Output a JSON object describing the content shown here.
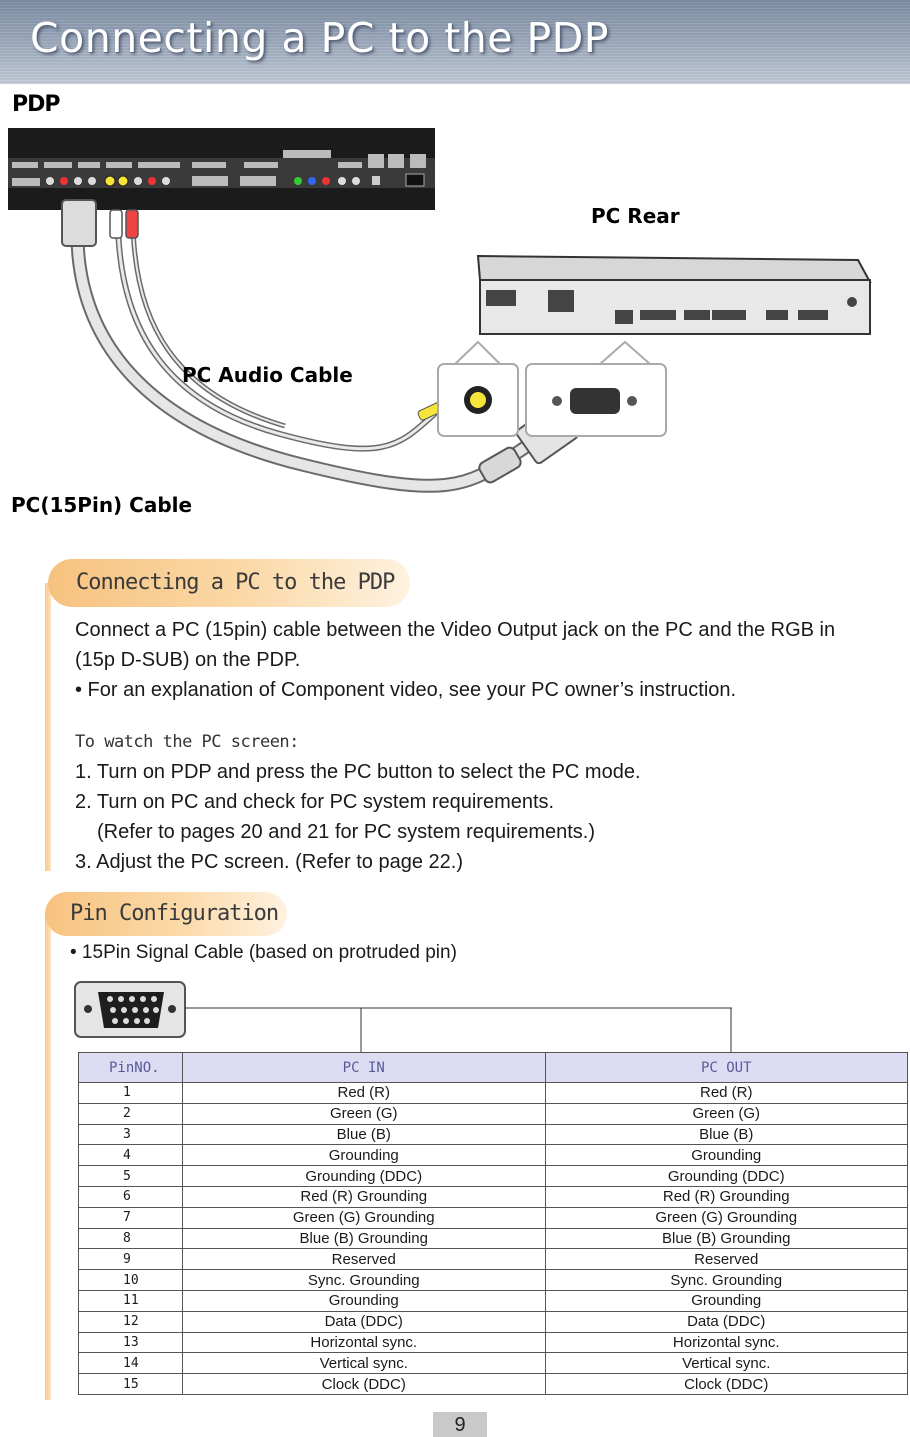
{
  "header": {
    "title": "Connecting a PC to the PDP"
  },
  "diagram": {
    "pdp_label": "PDP",
    "pc_rear_label": "PC Rear",
    "audio_cable_label": "PC Audio Cable",
    "pin_cable_label": "PC(15Pin) Cable"
  },
  "section1": {
    "heading": "Connecting a PC to the PDP",
    "para_line1": "Connect a PC (15pin) cable between the Video Output jack on the PC and the RGB in",
    "para_line2": "(15p D-SUB) on the PDP.",
    "bullet": "• For an explanation of Component video, see your PC owner’s instruction.",
    "watch_heading": "To watch the PC screen:",
    "step1": "1. Turn on PDP and press the PC button to select the PC mode.",
    "step2": "2. Turn on PC and check for PC system requirements.",
    "step2_note": "(Refer to pages 20 and 21 for PC system requirements.)",
    "step3": "3. Adjust the PC screen. (Refer to page 22.)"
  },
  "section2": {
    "heading": "Pin Configuration",
    "bullet": "• 15Pin Signal Cable (based on protruded pin)"
  },
  "pin_table": {
    "headers": [
      "PinNO.",
      "PC IN",
      "PC OUT"
    ],
    "rows": [
      [
        "1",
        "Red (R)",
        "Red (R)"
      ],
      [
        "2",
        "Green (G)",
        "Green (G)"
      ],
      [
        "3",
        "Blue (B)",
        "Blue (B)"
      ],
      [
        "4",
        "Grounding",
        "Grounding"
      ],
      [
        "5",
        "Grounding (DDC)",
        "Grounding (DDC)"
      ],
      [
        "6",
        "Red (R) Grounding",
        "Red (R) Grounding"
      ],
      [
        "7",
        "Green (G) Grounding",
        "Green (G) Grounding"
      ],
      [
        "8",
        "Blue (B) Grounding",
        "Blue (B) Grounding"
      ],
      [
        "9",
        "Reserved",
        "Reserved"
      ],
      [
        "10",
        "Sync. Grounding",
        "Sync. Grounding"
      ],
      [
        "11",
        "Grounding",
        "Grounding"
      ],
      [
        "12",
        "Data (DDC)",
        "Data (DDC)"
      ],
      [
        "13",
        "Horizontal sync.",
        "Horizontal sync."
      ],
      [
        "14",
        "Vertical sync.",
        "Vertical sync."
      ],
      [
        "15",
        "Clock (DDC)",
        "Clock (DDC)"
      ]
    ]
  },
  "footer": {
    "page_number": "9"
  }
}
